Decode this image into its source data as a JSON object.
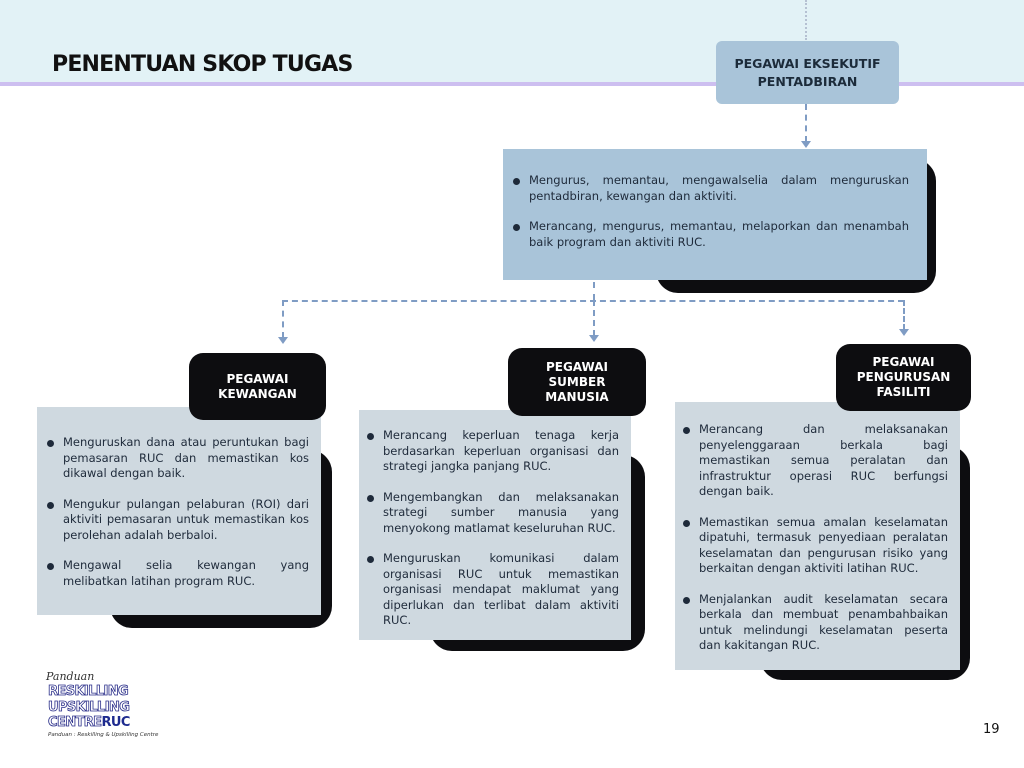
{
  "title": "PENENTUAN SKOP TUGAS",
  "executive": {
    "label": "PEGAWAI EKSEKUTIF\nPENTADBIRAN",
    "duties": [
      "Mengurus, memantau, mengawalselia dalam menguruskan pentadbiran, kewangan dan aktiviti.",
      "Merancang, mengurus, memantau, melaporkan  dan menambah baik program dan aktiviti RUC."
    ]
  },
  "departments": [
    {
      "label": "PEGAWAI\nKEWANGAN",
      "duties": [
        "Menguruskan dana atau peruntukan bagi pemasaran RUC dan memastikan kos dikawal dengan baik.",
        "Mengukur pulangan pelaburan (ROI) dari aktiviti pemasaran untuk memastikan kos perolehan adalah berbaloi.",
        "Mengawal selia kewangan yang melibatkan latihan  program RUC."
      ]
    },
    {
      "label": "PEGAWAI\nSUMBER\nMANUSIA",
      "duties": [
        "Merancang keperluan tenaga kerja berdasarkan keperluan organisasi dan strategi jangka panjang RUC.",
        "Mengembangkan dan melaksanakan strategi sumber manusia yang menyokong matlamat keseluruhan RUC.",
        "Menguruskan komunikasi dalam organisasi RUC untuk memastikan organisasi mendapat maklumat yang diperlukan dan terlibat dalam aktiviti RUC."
      ]
    },
    {
      "label": "PEGAWAI\nPENGURUSAN\nFASILITI",
      "duties": [
        "Merancang dan melaksanakan penyelenggaraan berkala bagi memastikan semua peralatan dan infrastruktur operasi RUC berfungsi dengan baik.",
        "Memastikan semua amalan keselamatan dipatuhi, termasuk penyediaan peralatan keselamatan dan pengurusan risiko yang berkaitan dengan aktiviti latihan RUC.",
        "Menjalankan audit keselamatan secara berkala dan membuat penambahbaikan untuk melindungi keselamatan peserta dan kakitangan RUC."
      ]
    }
  ],
  "logo": {
    "script": "Panduan",
    "line1": "RESKILLING",
    "line2": "UPSKILLING",
    "line3": "CENTRE",
    "line3_accent": "RUC",
    "tagline": "Panduan : Reskilling & Upskilling Centre"
  },
  "page_number": "19",
  "colors": {
    "header_band": "#e2f2f6",
    "header_line": "#cdbff0",
    "main_panel": "#a9c4d9",
    "sub_panel": "#cfd9e0",
    "dept_label": "#0d0d10",
    "connector": "#7f9cc4"
  }
}
